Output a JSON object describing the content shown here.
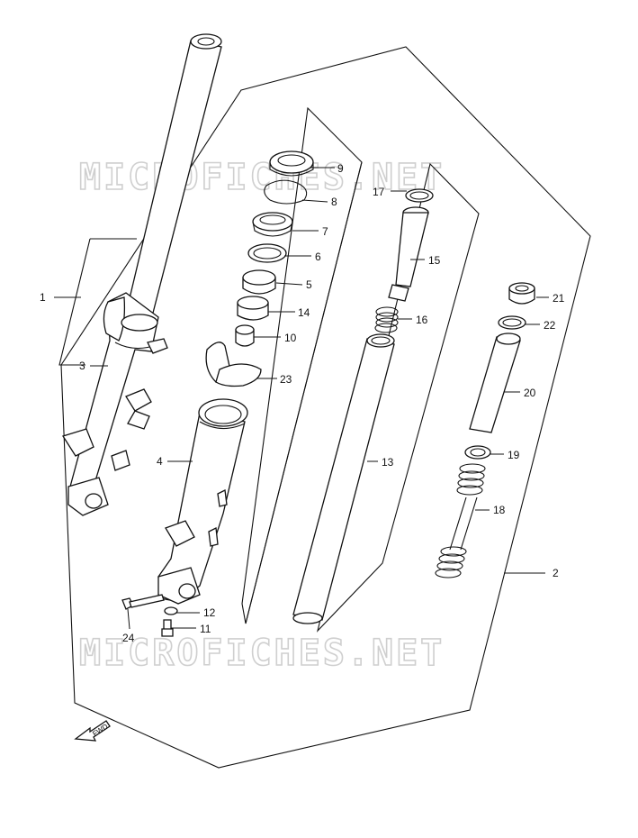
{
  "watermarks": [
    "MICROFICHES.NET",
    "MICROFICHES.NET"
  ],
  "fwd_label": "FWD",
  "parts": [
    {
      "num": "1"
    },
    {
      "num": "2"
    },
    {
      "num": "3"
    },
    {
      "num": "4"
    },
    {
      "num": "5"
    },
    {
      "num": "6"
    },
    {
      "num": "7"
    },
    {
      "num": "8"
    },
    {
      "num": "9"
    },
    {
      "num": "11"
    },
    {
      "num": "12"
    },
    {
      "num": "13"
    },
    {
      "num": "14"
    },
    {
      "num": "15"
    },
    {
      "num": "16"
    },
    {
      "num": "17"
    },
    {
      "num": "18"
    },
    {
      "num": "19"
    },
    {
      "num": "20"
    },
    {
      "num": "21"
    },
    {
      "num": "22"
    },
    {
      "num": "23"
    },
    {
      "num": "24"
    },
    {
      "num": "10"
    }
  ]
}
